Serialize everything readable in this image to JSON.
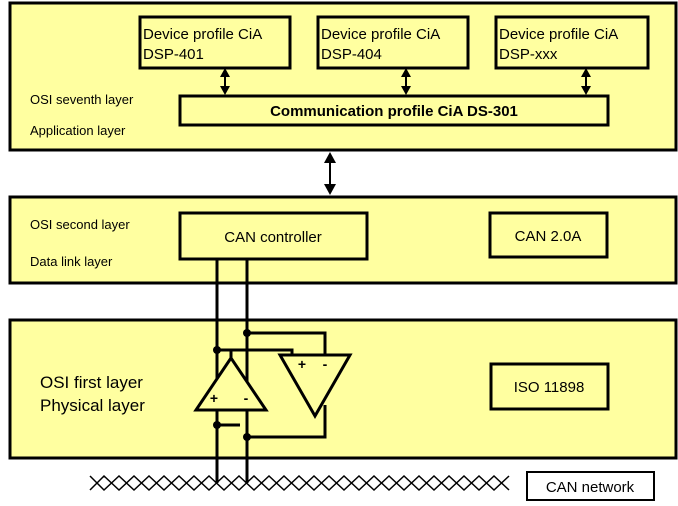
{
  "application_layer": {
    "osi_label": "OSI seventh layer",
    "layer_label": "Application layer",
    "profiles": [
      {
        "line1": "Device profile CiA",
        "line2": "DSP-401"
      },
      {
        "line1": "Device profile CiA",
        "line2": "DSP-404"
      },
      {
        "line1": "Device profile CiA",
        "line2": "DSP-xxx"
      }
    ],
    "comm_profile": "Communication profile CiA DS-301"
  },
  "data_link_layer": {
    "osi_label": "OSI second layer",
    "layer_label": "Data link layer",
    "controller": "CAN controller",
    "standard": "CAN 2.0A"
  },
  "physical_layer": {
    "osi_label": "OSI first layer",
    "layer_label": "Physical layer",
    "standard": "ISO 11898",
    "tx_plus": "+",
    "tx_minus": "-",
    "rx_plus": "+",
    "rx_minus": "-"
  },
  "network": {
    "label": "CAN network"
  },
  "colors": {
    "layer_fill": "#FFFFA0",
    "stroke": "#000000"
  }
}
